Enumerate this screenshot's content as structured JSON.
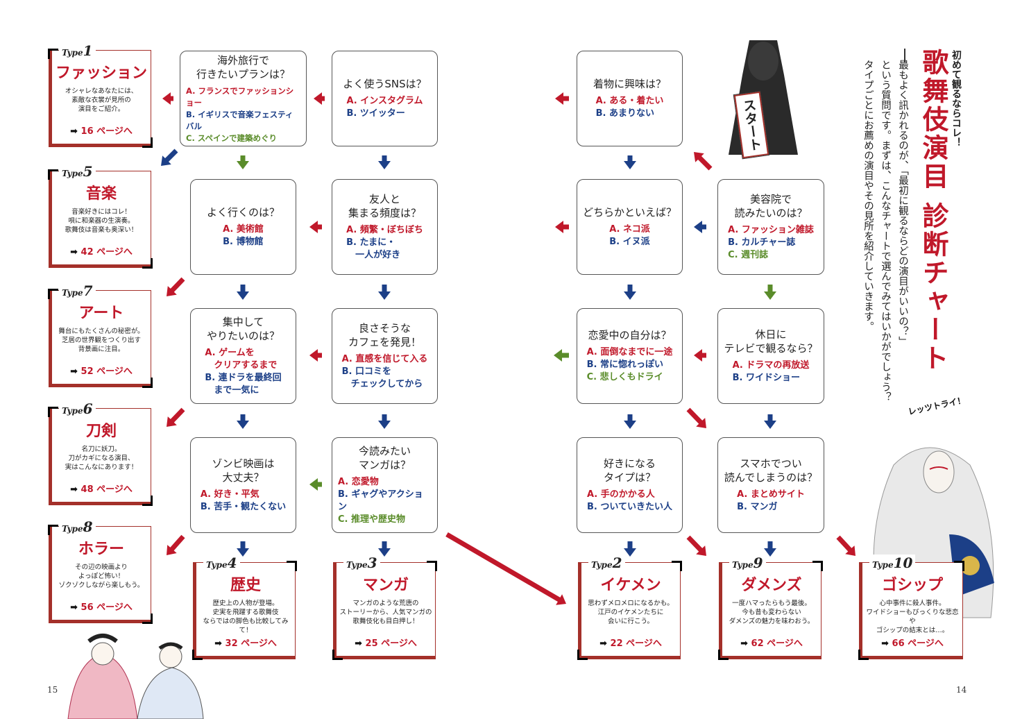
{
  "header": {
    "kicker": "初めて観るならコレ！",
    "title": "歌舞伎演目 診断チャート",
    "intro_lines": [
      "最もよく訊かれるのが、「最初に観るならどの演目がいいの？」",
      "という質問です。まずは、こんなチャートで選んでみてはいかがでしょう？",
      "タイプごとにお薦めの演目やその見所を紹介していきます。"
    ],
    "start_label": "スタート",
    "lets_try": "レッツトライ！"
  },
  "page_numbers": {
    "left": "15",
    "right": "14"
  },
  "questions": [
    {
      "id": "q1",
      "title": "着物に興味は？",
      "options": [
        {
          "text": "A. ある・着たい",
          "color": "#c0182a"
        },
        {
          "text": "B. あまりない",
          "color": "#1c3f87"
        }
      ]
    },
    {
      "id": "q2",
      "title": "美容院で\n読みたいのは？",
      "options": [
        {
          "text": "A. ファッション雑誌",
          "color": "#c0182a"
        },
        {
          "text": "B. カルチャー誌",
          "color": "#1c3f87"
        },
        {
          "text": "C. 週刊誌",
          "color": "#5a8c2a"
        }
      ]
    },
    {
      "id": "q3",
      "title": "どちらかといえば？",
      "options": [
        {
          "text": "A. ネコ派",
          "color": "#c0182a"
        },
        {
          "text": "B. イヌ派",
          "color": "#1c3f87"
        }
      ]
    },
    {
      "id": "q4",
      "title": "恋愛中の自分は？",
      "options": [
        {
          "text": "A. 面倒なまでに一途",
          "color": "#c0182a"
        },
        {
          "text": "B. 常に惚れっぽい",
          "color": "#1c3f87"
        },
        {
          "text": "C. 悲しくもドライ",
          "color": "#5a8c2a"
        }
      ]
    },
    {
      "id": "q5",
      "title": "休日に\nテレビで観るなら？",
      "options": [
        {
          "text": "A. ドラマの再放送",
          "color": "#c0182a"
        },
        {
          "text": "B. ワイドショー",
          "color": "#1c3f87"
        }
      ]
    },
    {
      "id": "q6",
      "title": "好きになる\nタイプは？",
      "options": [
        {
          "text": "A. 手のかかる人",
          "color": "#c0182a"
        },
        {
          "text": "B. ついていきたい人",
          "color": "#1c3f87"
        }
      ]
    },
    {
      "id": "q7",
      "title": "スマホでつい\n読んでしまうのは？",
      "options": [
        {
          "text": "A. まとめサイト",
          "color": "#c0182a"
        },
        {
          "text": "B. マンガ",
          "color": "#1c3f87"
        }
      ]
    },
    {
      "id": "q8",
      "title": "よく使うSNSは？",
      "options": [
        {
          "text": "A. インスタグラム",
          "color": "#c0182a"
        },
        {
          "text": "B. ツイッター",
          "color": "#1c3f87"
        }
      ]
    },
    {
      "id": "q9",
      "title": "海外旅行で\n行きたいプランは？",
      "options": [
        {
          "text": "A. フランスでファッションショー",
          "color": "#c0182a"
        },
        {
          "text": "B. イギリスで音楽フェスティバル",
          "color": "#1c3f87"
        },
        {
          "text": "C. スペインで建築めぐり",
          "color": "#5a8c2a"
        }
      ]
    },
    {
      "id": "q10",
      "title": "友人と\n集まる頻度は？",
      "options": [
        {
          "text": "A. 頻繁・ぼちぼち",
          "color": "#c0182a"
        },
        {
          "text": "B. たまに・\n　一人が好き",
          "color": "#1c3f87"
        }
      ]
    },
    {
      "id": "q11",
      "title": "よく行くのは？",
      "options": [
        {
          "text": "A. 美術館",
          "color": "#c0182a"
        },
        {
          "text": "B. 博物館",
          "color": "#1c3f87"
        }
      ]
    },
    {
      "id": "q12",
      "title": "良さそうな\nカフェを発見！",
      "options": [
        {
          "text": "A. 直感を信じて入る",
          "color": "#c0182a"
        },
        {
          "text": "B. 口コミを\n　チェックしてから",
          "color": "#1c3f87"
        }
      ]
    },
    {
      "id": "q13",
      "title": "集中して\nやりたいのは？",
      "options": [
        {
          "text": "A. ゲームを\n　クリアするまで",
          "color": "#c0182a"
        },
        {
          "text": "B. 連ドラを最終回\n　まで一気に",
          "color": "#1c3f87"
        }
      ]
    },
    {
      "id": "q14",
      "title": "今読みたい\nマンガは？",
      "options": [
        {
          "text": "A. 恋愛物",
          "color": "#c0182a"
        },
        {
          "text": "B. ギャグやアクション",
          "color": "#1c3f87"
        },
        {
          "text": "C. 推理や歴史物",
          "color": "#5a8c2a"
        }
      ]
    },
    {
      "id": "q15",
      "title": "ゾンビ映画は\n大丈夫？",
      "options": [
        {
          "text": "A. 好き・平気",
          "color": "#c0182a"
        },
        {
          "text": "B. 苦手・観たくない",
          "color": "#1c3f87"
        }
      ]
    }
  ],
  "results": [
    {
      "id": "t1",
      "type_prefix": "Type",
      "type_num": "1",
      "name": "ファッション",
      "desc": "オシャレなあなたには、\n素敵な衣裳が見所の\n演目をご紹介。",
      "page": "16 ページへ"
    },
    {
      "id": "t5",
      "type_prefix": "Type",
      "type_num": "5",
      "name": "音楽",
      "desc": "音楽好きにはコレ！\n唄に和楽器の生演奏。\n歌舞伎は音楽も奥深い！",
      "page": "42 ページへ"
    },
    {
      "id": "t7",
      "type_prefix": "Type",
      "type_num": "7",
      "name": "アート",
      "desc": "舞台にもたくさんの秘密が。\n芝居の世界観をつくり出す\n背景画に注目。",
      "page": "52 ページへ"
    },
    {
      "id": "t6",
      "type_prefix": "Type",
      "type_num": "6",
      "name": "刀剣",
      "desc": "名刀に妖刀。\n刀がカギになる演目、\n実はこんなにあります！",
      "page": "48 ページへ"
    },
    {
      "id": "t8",
      "type_prefix": "Type",
      "type_num": "8",
      "name": "ホラー",
      "desc": "その辺の映画より\nよっぽど怖い！\nゾクゾクしながら楽しもう。",
      "page": "56 ページへ"
    },
    {
      "id": "t4",
      "type_prefix": "Type",
      "type_num": "4",
      "name": "歴史",
      "desc": "歴史上の人物が登場。\n史実を飛躍する歌舞伎\nならではの脚色も比較してみて！",
      "page": "32 ページへ"
    },
    {
      "id": "t3",
      "type_prefix": "Type",
      "type_num": "3",
      "name": "マンガ",
      "desc": "マンガのような荒唐の\nストーリーから、人気マンガの\n歌舞伎化も目白押し！",
      "page": "25 ページへ"
    },
    {
      "id": "t2",
      "type_prefix": "Type",
      "type_num": "2",
      "name": "イケメン",
      "desc": "思わずメロメロになるかも。\n江戸のイケメンたちに\n会いに行こう。",
      "page": "22 ページへ"
    },
    {
      "id": "t9",
      "type_prefix": "Type",
      "type_num": "9",
      "name": "ダメンズ",
      "desc": "一度ハマったらもう最後。\n今も昔も変わらない\nダメンズの魅力を味わおう。",
      "page": "62 ページへ"
    },
    {
      "id": "t10",
      "type_prefix": "Type",
      "type_num": "10",
      "name": "ゴシップ",
      "desc": "心中事件に殺人事件。\nワイドショーもびっくりな悲恋や\nゴシップの結末とは…。",
      "page": "66 ページへ"
    }
  ],
  "arrow_colors": {
    "a": "#c0182a",
    "b": "#1c3f87",
    "c": "#5a8c2a"
  },
  "icons": {
    "page_arrow": "right-arrow-icon",
    "flow_arrow": "flow-arrow-icon"
  }
}
